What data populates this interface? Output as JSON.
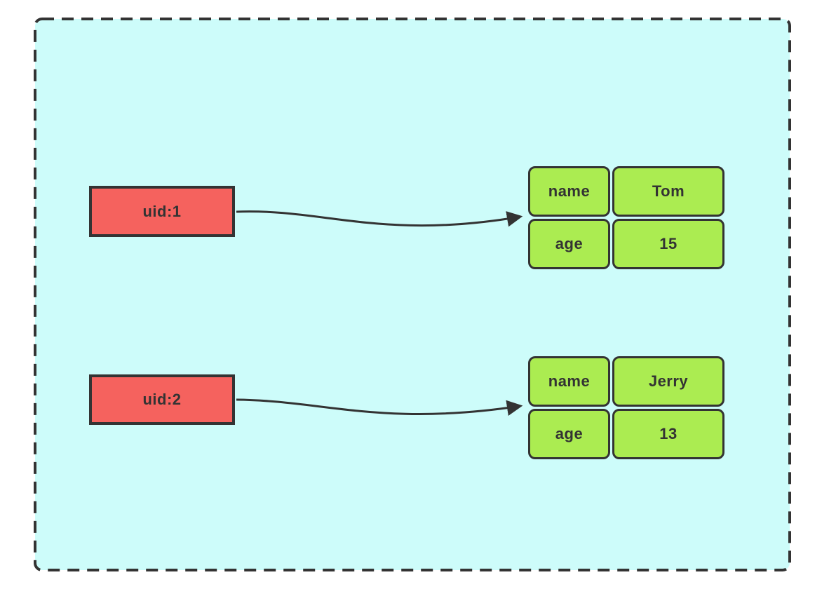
{
  "colors": {
    "page_bg": "#ffffff",
    "canvas_bg": "#cdfcfa",
    "stroke": "#333333",
    "node_red": "#f5625e",
    "cell_green": "#abec51",
    "text": "#333333"
  },
  "nodes": [
    {
      "label": "uid:1"
    },
    {
      "label": "uid:2"
    }
  ],
  "tables": [
    {
      "rows": [
        {
          "key": "name",
          "value": "Tom"
        },
        {
          "key": "age",
          "value": "15"
        }
      ]
    },
    {
      "rows": [
        {
          "key": "name",
          "value": "Jerry"
        },
        {
          "key": "age",
          "value": "13"
        }
      ]
    }
  ],
  "arrows": [
    {
      "from": "uid:1",
      "to": "name/Tom table"
    },
    {
      "from": "uid:2",
      "to": "name/Jerry table"
    }
  ]
}
